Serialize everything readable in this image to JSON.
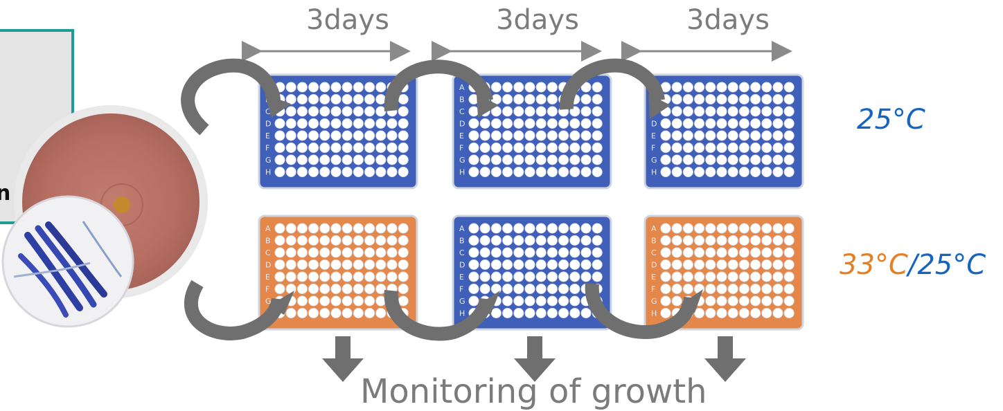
{
  "colors": {
    "teal": "#1f9d95",
    "plate_blue": "#3f5fb8",
    "plate_orange": "#e3874a",
    "arrow_gray": "#6f6f6f",
    "temp_blue": "#1565c0",
    "temp_orange": "#e67e22"
  },
  "sample_box": {
    "text": "n"
  },
  "durations": [
    "3days",
    "3days",
    "3days"
  ],
  "temperatures": {
    "row1": "25°C",
    "row2_a": "33°C",
    "row2_sep": "/",
    "row2_b": "25°C"
  },
  "plate_rows": [
    {
      "colors": [
        "blue",
        "blue",
        "blue"
      ]
    },
    {
      "colors": [
        "orange",
        "blue",
        "orange"
      ]
    }
  ],
  "plate_row_letters": [
    "A",
    "B",
    "C",
    "D",
    "E",
    "F",
    "G",
    "H"
  ],
  "footer": "Monitoring of growth"
}
